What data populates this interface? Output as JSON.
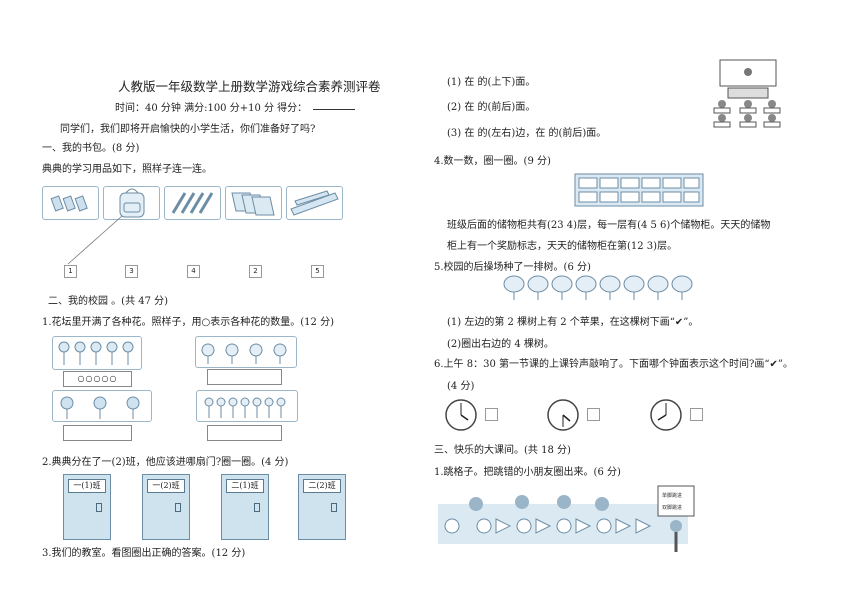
{
  "header": {
    "title": "人教版一年级数学上册数学游戏综合素养测评卷",
    "time_line": "时间：40 分钟    满分:100 分+10 分   得分：",
    "intro": "同学们，我们即将开启愉快的小学生活，你们准备好了吗?"
  },
  "section1": {
    "heading": "一、我的书包。(8 分)",
    "instruction": "典典的学习用品如下，照样子连一连。",
    "numbers": [
      "1",
      "3",
      "4",
      "2",
      "5"
    ]
  },
  "section2": {
    "heading": "二、我的校园  。(共 47 分)",
    "q1": "1.花坛里开满了各种花。照样子，用○表示各种花的数量。(12 分)",
    "q1_example": "○○○○○",
    "q2": "2.典典分在了一(2)班，他应该进哪扇门?圈一圈。(4 分)",
    "doors": [
      "一(1)班",
      "一(2)班",
      "二(1)班",
      "二(2)班"
    ],
    "q3": "3.我们的教室。看图圈出正确的答案。(12 分)"
  },
  "right": {
    "q3_1": "(1)    在    的(上下)面。",
    "q3_2": "(2)    在    的(前后)面。",
    "q3_3": "(3)    在    的(左右)边，在    的(前后)面。",
    "q4": "4.数一数，圈一圈。(9 分)",
    "q4_line1": "班级后面的储物柜共有(23  4)层，每一层有(4     5  6)个储物柜。天天的储物",
    "q4_line2": "柜上有一个奖励标志，天天的储物柜在第(12  3)层。",
    "q5": "5.校园的后操场种了一排树。(6 分)",
    "q5_1": "(1)    左边的第 2 棵树上有 2 个苹果，在这棵树下画“✔”。",
    "q5_2": "(2)圈出右边的 4 棵树。",
    "q6": "6.上午 8：30 第一节课的上课铃声敲响了。下面哪个钟面表示这个时间?画“✔”。",
    "q6_points": "(4 分)",
    "section3": "三、快乐的大课间。(共 18 分)",
    "s3_q1": "1.跳格子。把跳错的小朋友圈出来。(6 分)",
    "sign1": "单脚跳进",
    "sign2": "双脚跳进"
  }
}
